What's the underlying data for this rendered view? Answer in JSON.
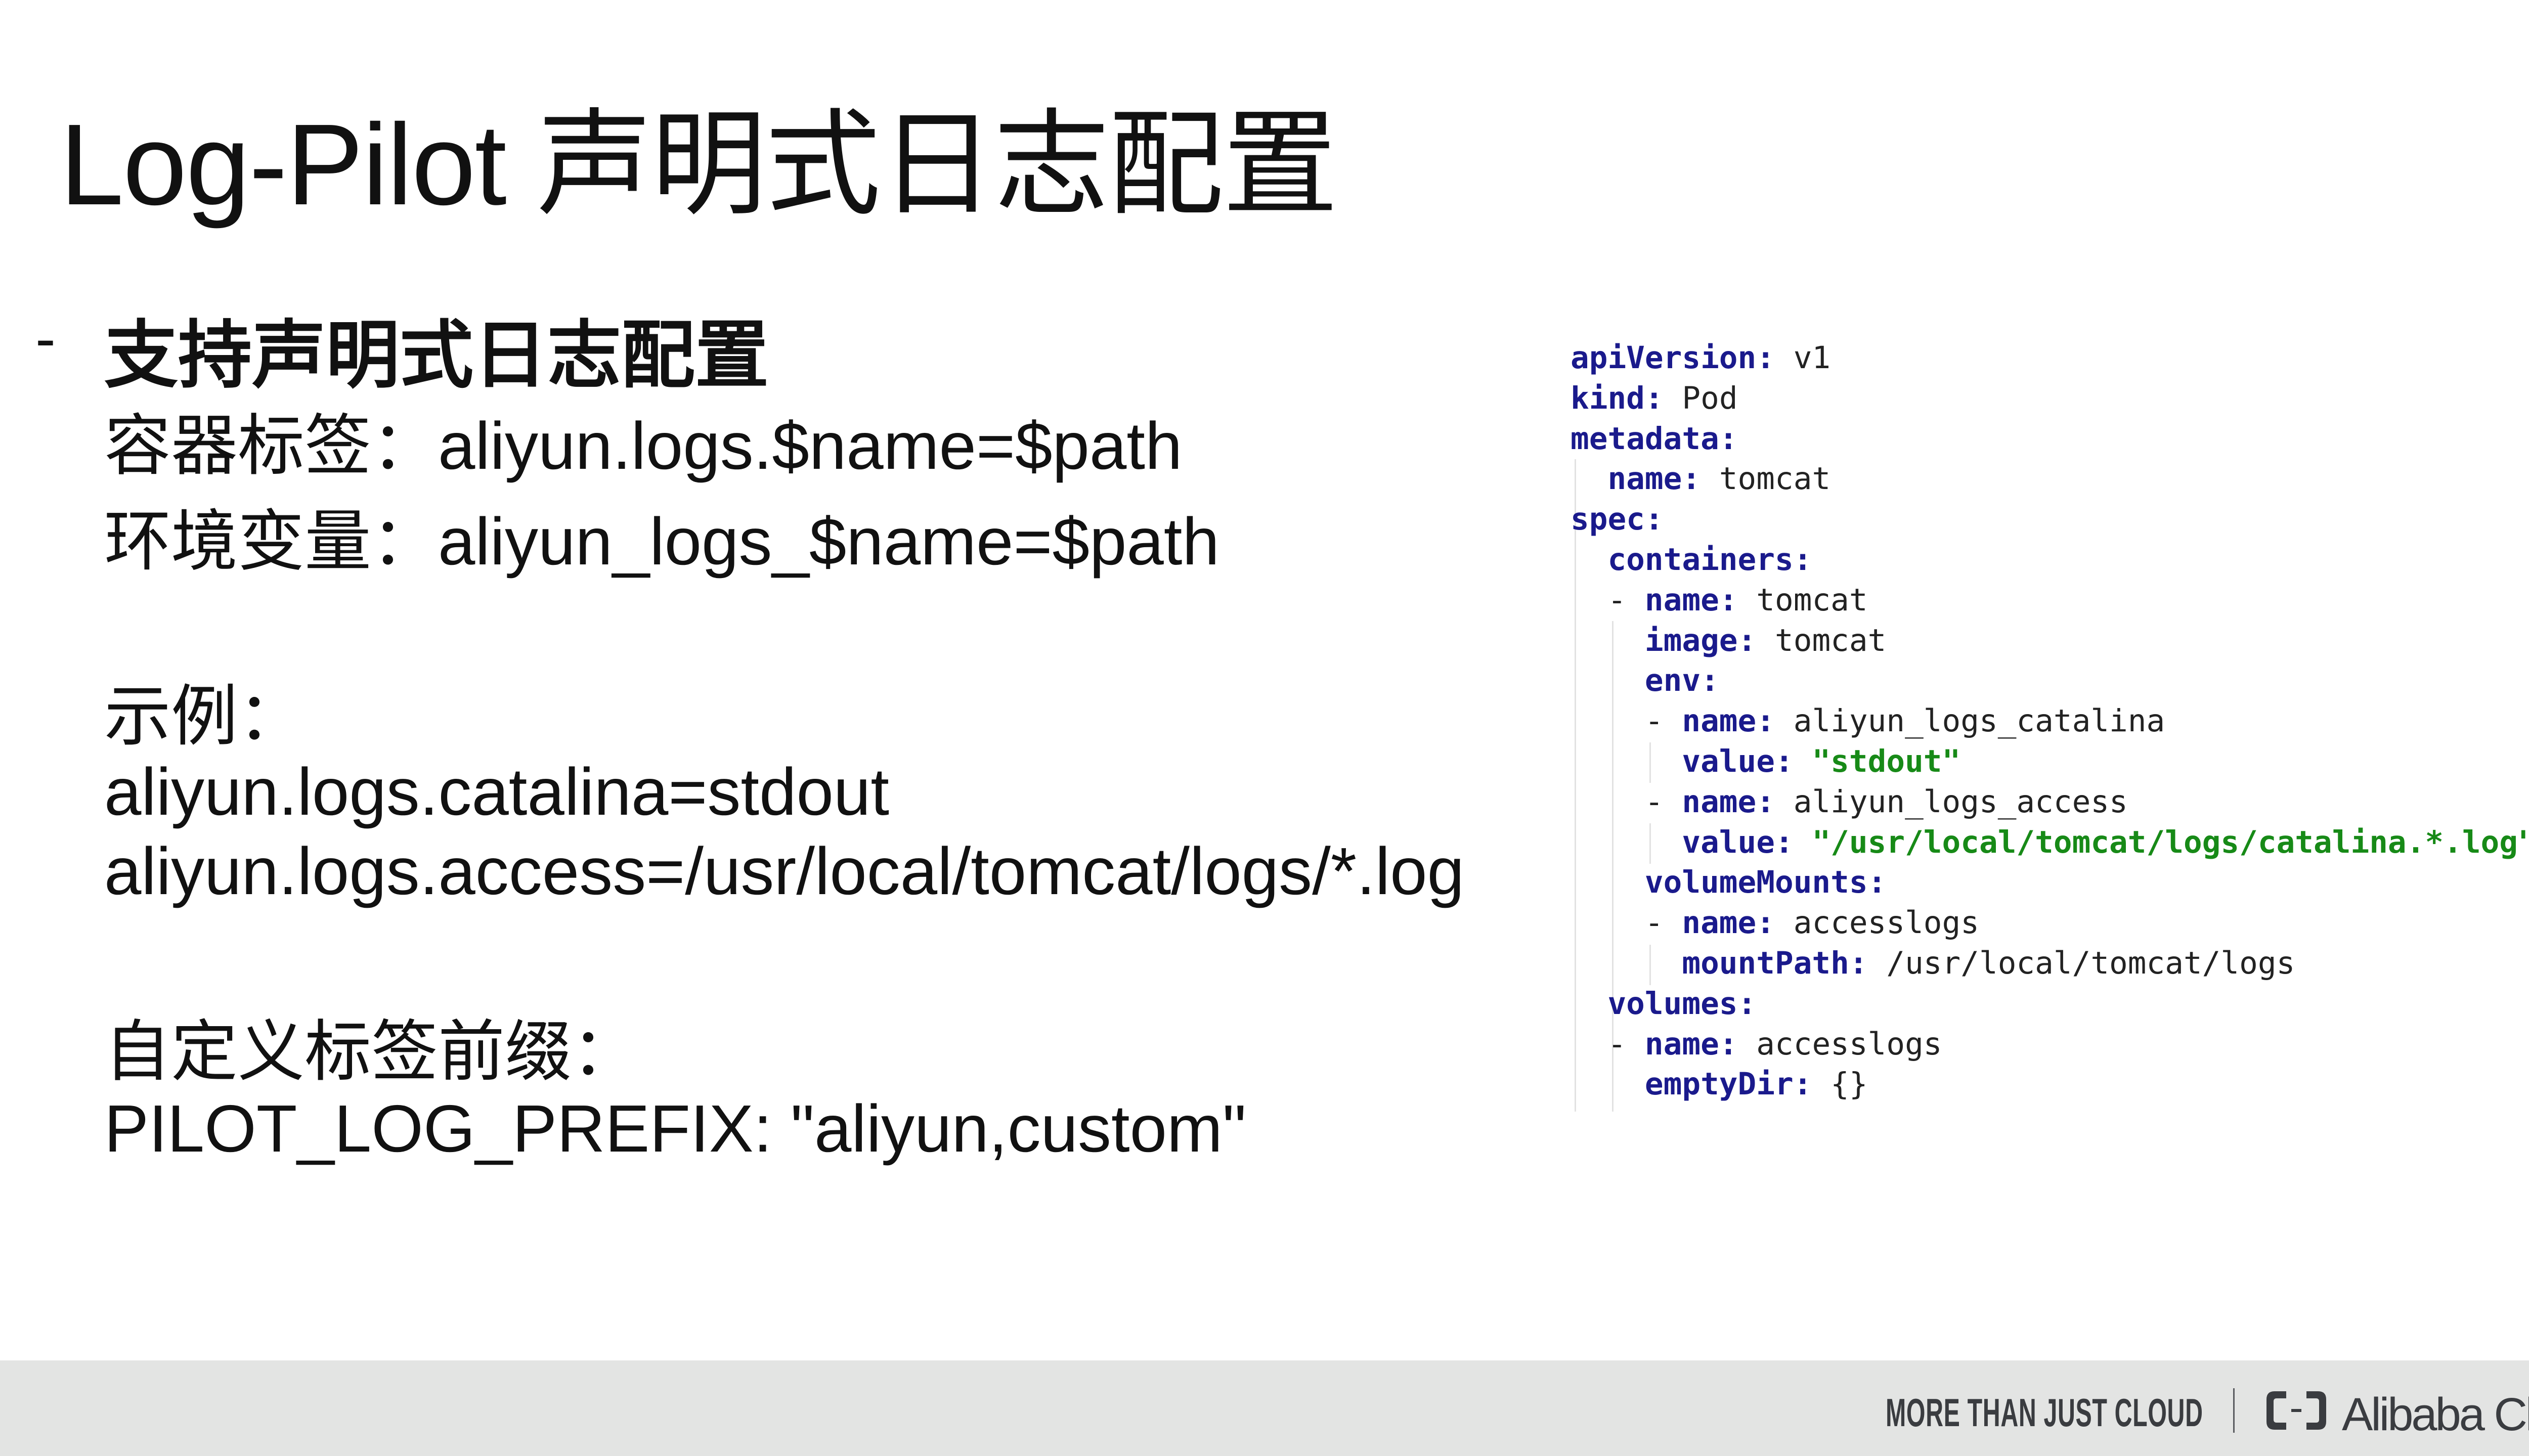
{
  "title": "Log-Pilot 声明式日志配置",
  "bullet": {
    "dash": "-",
    "heading": "支持声明式日志配置",
    "lines": [
      "容器标签：aliyun.logs.$name=$path",
      "环境变量：aliyun_logs_$name=$path",
      "示例：",
      "aliyun.logs.catalina=stdout",
      "aliyun.logs.access=/usr/local/tomcat/logs/*.log",
      "自定义标签前缀：",
      "PILOT_LOG_PREFIX: \"aliyun,custom\""
    ]
  },
  "code": {
    "colors": {
      "key": "#1a1a8c",
      "string": "#178a17",
      "plain": "#222222"
    },
    "lines": [
      {
        "indent": "",
        "key": "apiVersion:",
        "value": " v1"
      },
      {
        "indent": "",
        "key": "kind:",
        "value": " Pod"
      },
      {
        "indent": "",
        "key": "metadata:",
        "value": ""
      },
      {
        "indent": "  ",
        "key": "name:",
        "value": " tomcat"
      },
      {
        "indent": "",
        "key": "spec:",
        "value": ""
      },
      {
        "indent": "  ",
        "key": "containers:",
        "value": ""
      },
      {
        "indent": "  - ",
        "key": "name:",
        "value": " tomcat"
      },
      {
        "indent": "    ",
        "key": "image:",
        "value": " tomcat"
      },
      {
        "indent": "    ",
        "key": "env:",
        "value": ""
      },
      {
        "indent": "    - ",
        "key": "name:",
        "value": " aliyun_logs_catalina"
      },
      {
        "indent": "      ",
        "key": "value:",
        "value": " ",
        "string": "\"stdout\""
      },
      {
        "indent": "    - ",
        "key": "name:",
        "value": " aliyun_logs_access"
      },
      {
        "indent": "      ",
        "key": "value:",
        "value": " ",
        "string": "\"/usr/local/tomcat/logs/catalina.*.log\""
      },
      {
        "indent": "    ",
        "key": "volumeMounts:",
        "value": ""
      },
      {
        "indent": "    - ",
        "key": "name:",
        "value": " accesslogs"
      },
      {
        "indent": "      ",
        "key": "mountPath:",
        "value": " /usr/local/tomcat/logs"
      },
      {
        "indent": "  ",
        "key": "volumes:",
        "value": ""
      },
      {
        "indent": "  - ",
        "key": "name:",
        "value": " accesslogs"
      },
      {
        "indent": "    ",
        "key": "emptyDir:",
        "value": " {}"
      }
    ]
  },
  "footer": {
    "background": "#e3e4e3",
    "slogan": "MORE THAN JUST CLOUD",
    "brand": "Alibaba Cloud",
    "logo_icon": "alibaba-cloud-logo-icon"
  }
}
